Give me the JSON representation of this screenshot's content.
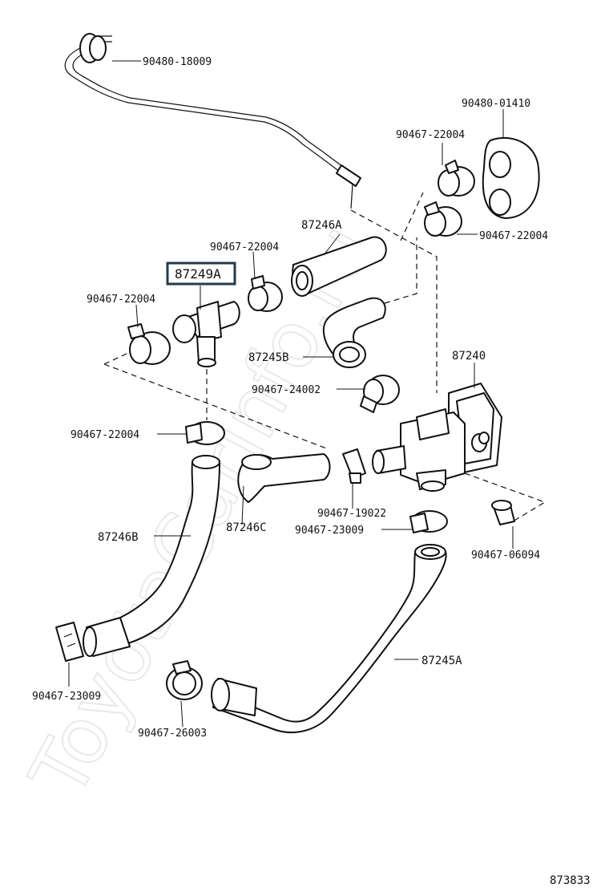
{
  "watermark": "ToyotaCarInfo.ru",
  "figure_number": "873833",
  "highlighted_part": "87249A",
  "labels": {
    "l_90480_18009": "90480-18009",
    "l_90480_01410": "90480-01410",
    "l_90467_22004_a": "90467-22004",
    "l_90467_22004_b": "90467-22004",
    "l_87246A": "87246A",
    "l_90467_22004_c": "90467-22004",
    "l_87249A": "87249A",
    "l_90467_22004_d": "90467-22004",
    "l_87245B": "87245B",
    "l_87240": "87240",
    "l_90467_24002": "90467-24002",
    "l_90467_22004_e": "90467-22004",
    "l_87246C": "87246C",
    "l_90467_19022": "90467-19022",
    "l_90467_23009_a": "90467-23009",
    "l_90467_06094": "90467-06094",
    "l_87246B": "87246B",
    "l_87245A": "87245A",
    "l_90467_23009_b": "90467-23009",
    "l_90467_26003": "90467-26003"
  }
}
